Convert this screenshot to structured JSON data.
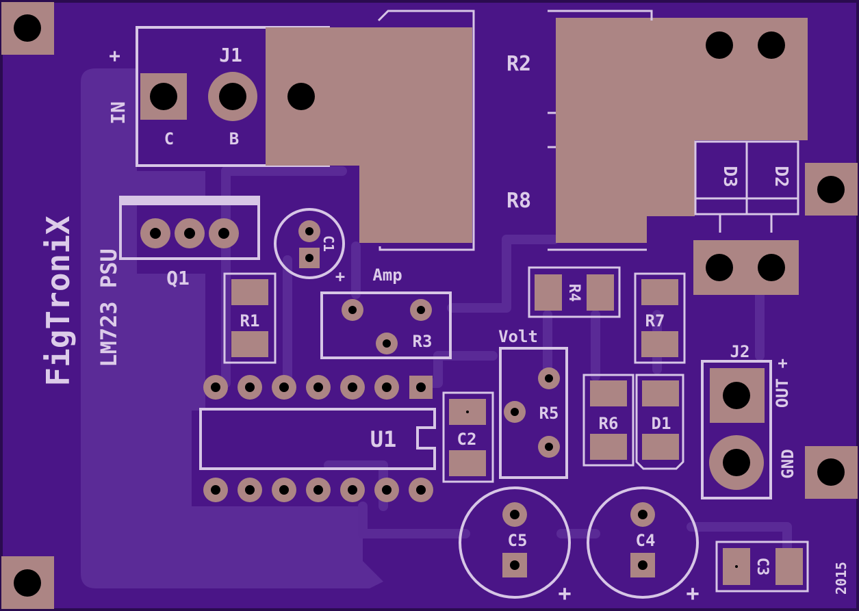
{
  "board": {
    "brand": "FigTroniX",
    "product": "LM723 PSU",
    "year": "2015",
    "colors": {
      "board": "#4a1587",
      "copper": "#ac8584",
      "silk": "#d7c6e6",
      "trace": "#5a2a96"
    }
  },
  "labels": {
    "j1": "J1",
    "j1_c": "C",
    "j1_b": "B",
    "in_plus": "+",
    "in": "IN",
    "q1": "Q1",
    "r2": "R2",
    "r8": "R8",
    "d3": "D3",
    "d2": "D2",
    "c1": "C1",
    "c1_plus": "+",
    "amp": "Amp",
    "r1": "R1",
    "r3": "R3",
    "r4": "R4",
    "r7": "R7",
    "volt": "Volt",
    "r5": "R5",
    "r6": "R6",
    "d1": "D1",
    "j2": "J2",
    "out_plus": "OUT +",
    "gnd": "GND",
    "u1": "U1",
    "c2": "C2",
    "c5": "C5",
    "c5_plus": "+",
    "c4": "C4",
    "c4_plus": "+",
    "c3": "C3"
  }
}
